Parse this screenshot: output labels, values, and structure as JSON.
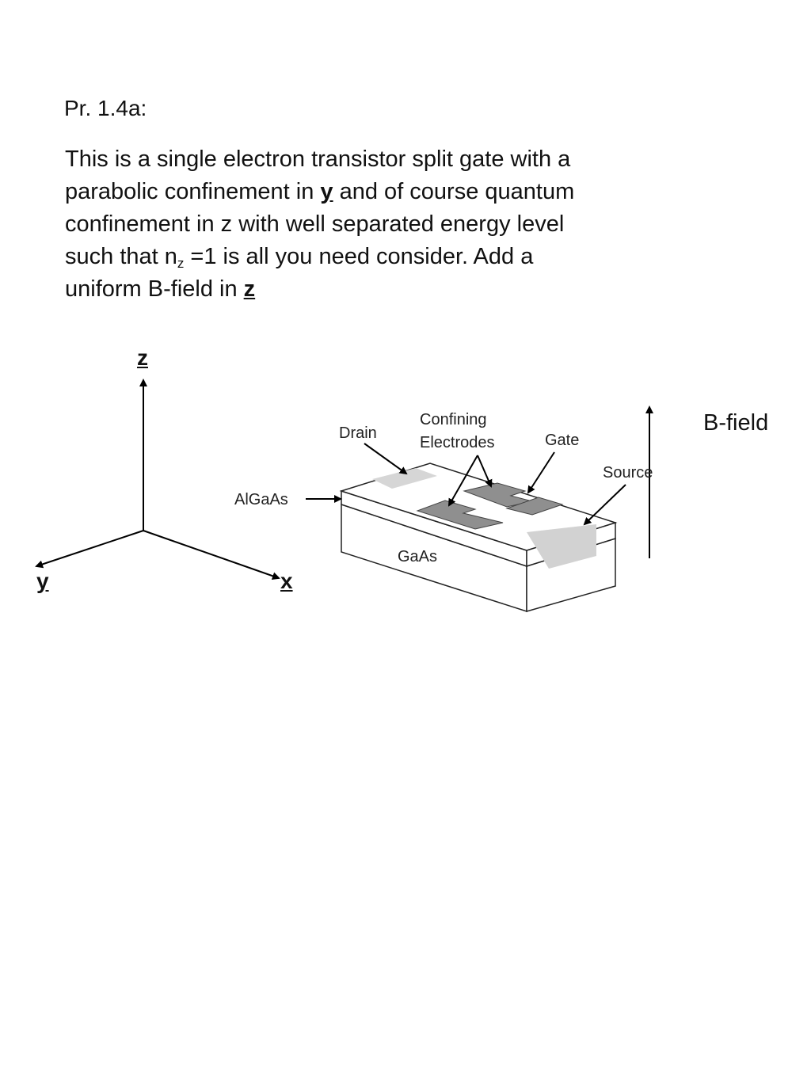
{
  "problem": {
    "title": "Pr. 1.4a:",
    "line1": "This is a single electron transistor split gate with a",
    "line2_a": "parabolic confinement in ",
    "line2_y": "y",
    "line2_b": " and of course quantum",
    "line3": "confinement in z with well separated energy level",
    "line4_a": "such that n",
    "line4_sub": "z",
    "line4_b": " =1 is all you need consider.  Add a",
    "line5_a": "uniform B-field in ",
    "line5_z": "z"
  },
  "axes": {
    "z": "z",
    "y": "y",
    "x": "x"
  },
  "b_field": "B-field",
  "device": {
    "drain": "Drain",
    "confining_1": "Confining",
    "confining_2": "Electrodes",
    "gate": "Gate",
    "source": "Source",
    "algaas": "AlGaAs",
    "gaas": "GaAs"
  }
}
